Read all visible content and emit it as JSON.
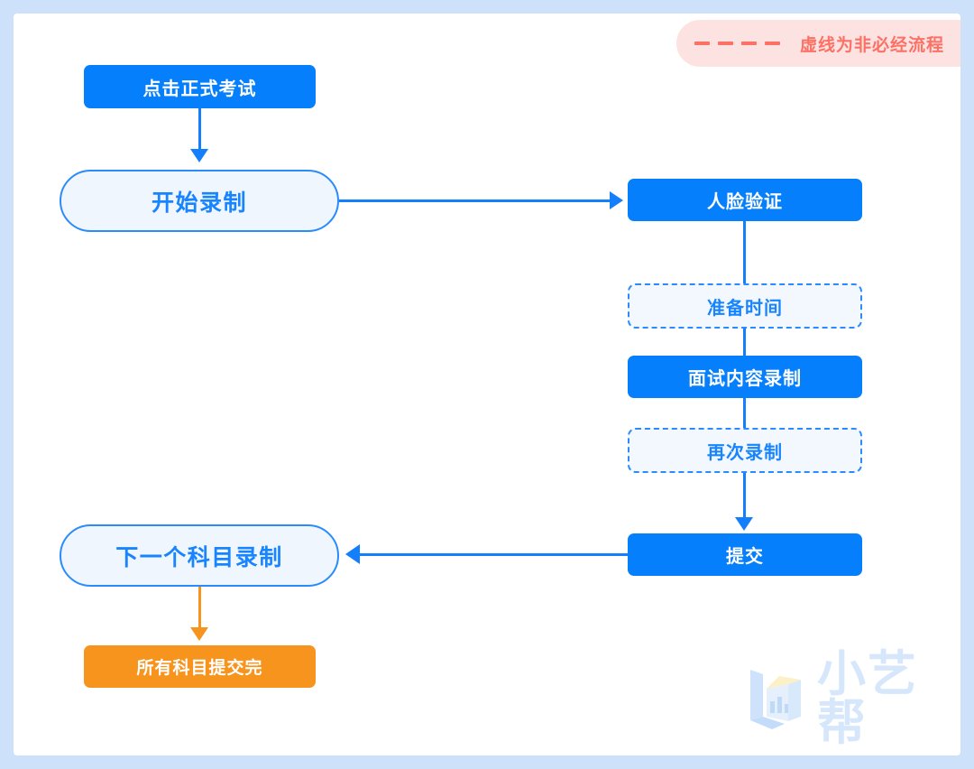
{
  "legend": {
    "dash_count": 4,
    "text": "虚线为非必经流程",
    "text_color": "#fb7165",
    "background_color": "#fce3e2"
  },
  "colors": {
    "frame_border": "#cde2fa",
    "canvas": "#ffffff",
    "primary_blue": "#067ffc",
    "line_blue": "#147ffb",
    "pill_fill": "#f0f6fe",
    "pill_border": "#2a8bfd",
    "pill_text": "#1884fd",
    "dashed_fill": "#f3f8fe",
    "orange": "#f7941d",
    "watermark": "#d7e7fb",
    "watermark_accent": "#fcf1cd"
  },
  "flow": {
    "nodes": [
      {
        "id": "click-formal-exam",
        "label": "点击正式考试",
        "style": "solid-blue",
        "column": "left"
      },
      {
        "id": "start-recording",
        "label": "开始录制",
        "style": "pill",
        "column": "left"
      },
      {
        "id": "face-verification",
        "label": "人脸验证",
        "style": "solid-blue",
        "column": "right"
      },
      {
        "id": "preparation-time",
        "label": "准备时间",
        "style": "dashed",
        "column": "right"
      },
      {
        "id": "interview-recording",
        "label": "面试内容录制",
        "style": "solid-blue",
        "column": "right"
      },
      {
        "id": "record-again",
        "label": "再次录制",
        "style": "dashed",
        "column": "right"
      },
      {
        "id": "submit",
        "label": "提交",
        "style": "solid-blue",
        "column": "right"
      },
      {
        "id": "next-subject-recording",
        "label": "下一个科目录制",
        "style": "pill",
        "column": "left"
      },
      {
        "id": "all-subjects-submitted",
        "label": "所有科目提交完",
        "style": "solid-orange",
        "column": "left"
      }
    ],
    "edges": [
      {
        "from": "click-formal-exam",
        "to": "start-recording",
        "direction": "down",
        "line": "solid",
        "color": "#147ffb"
      },
      {
        "from": "start-recording",
        "to": "face-verification",
        "direction": "right",
        "line": "solid",
        "color": "#147ffb"
      },
      {
        "from": "face-verification",
        "to": "preparation-time",
        "direction": "down",
        "line": "solid",
        "color": "#147ffb"
      },
      {
        "from": "preparation-time",
        "to": "interview-recording",
        "direction": "down",
        "line": "solid",
        "color": "#147ffb"
      },
      {
        "from": "interview-recording",
        "to": "record-again",
        "direction": "down",
        "line": "solid",
        "color": "#147ffb"
      },
      {
        "from": "record-again",
        "to": "submit",
        "direction": "down",
        "line": "solid",
        "color": "#147ffb"
      },
      {
        "from": "submit",
        "to": "next-subject-recording",
        "direction": "left",
        "line": "solid",
        "color": "#147ffb"
      },
      {
        "from": "next-subject-recording",
        "to": "all-subjects-submitted",
        "direction": "down",
        "line": "solid",
        "color": "#f7941d"
      }
    ]
  },
  "watermark": {
    "brand": "小艺帮",
    "logo_name": "box-cube-logo"
  }
}
